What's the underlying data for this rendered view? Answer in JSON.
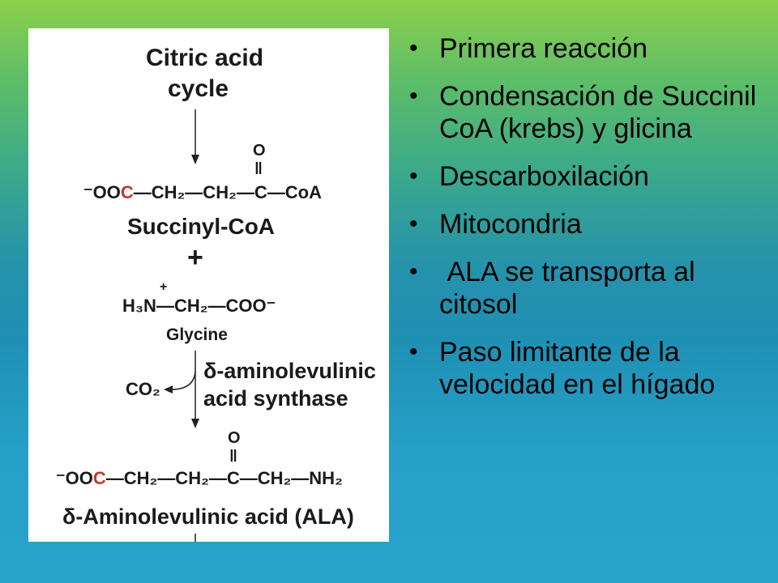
{
  "diagram": {
    "top_label_1": "Citric acid",
    "top_label_2": "cycle",
    "succinyl_formula": {
      "oxygen": "O",
      "double_bond": "‖",
      "coo_charge": "⁻",
      "oo": "OO",
      "c": "C",
      "rest": "—CH₂—CH₂—C—CoA"
    },
    "succinyl_name": "Succinyl-CoA",
    "plus": "+",
    "glycine_formula": {
      "charge": "+",
      "text": "H₃N—CH₂—COO⁻"
    },
    "glycine_name": "Glycine",
    "enzyme_line_1": "δ-aminolevulinic",
    "enzyme_line_2": "acid synthase",
    "co2": "CO₂",
    "ala_formula": {
      "oxygen": "O",
      "double_bond": "‖",
      "coo_charge": "⁻",
      "oo": "OO",
      "c": "C",
      "rest": "—CH₂—CH₂—C—CH₂—NH₂"
    },
    "ala_name": "δ-Aminolevulinic acid (ALA)"
  },
  "bullets": [
    {
      "mark": "•",
      "text": "Primera reacción"
    },
    {
      "mark": "•",
      "text": "Condensación de Succinil CoA (krebs) y glicina"
    },
    {
      "mark": "•",
      "text": "Descarboxilación"
    },
    {
      "mark": "•",
      "text": "Mitocondria"
    },
    {
      "mark": "•",
      "text": " ALA se transporta al citosol"
    },
    {
      "mark": "•",
      "text": "Paso limitante de la velocidad en el hígado"
    }
  ],
  "colors": {
    "gradient_top": "#8cd04c",
    "gradient_bottom": "#2ba4cc",
    "carbon_highlight": "#c0392b"
  }
}
